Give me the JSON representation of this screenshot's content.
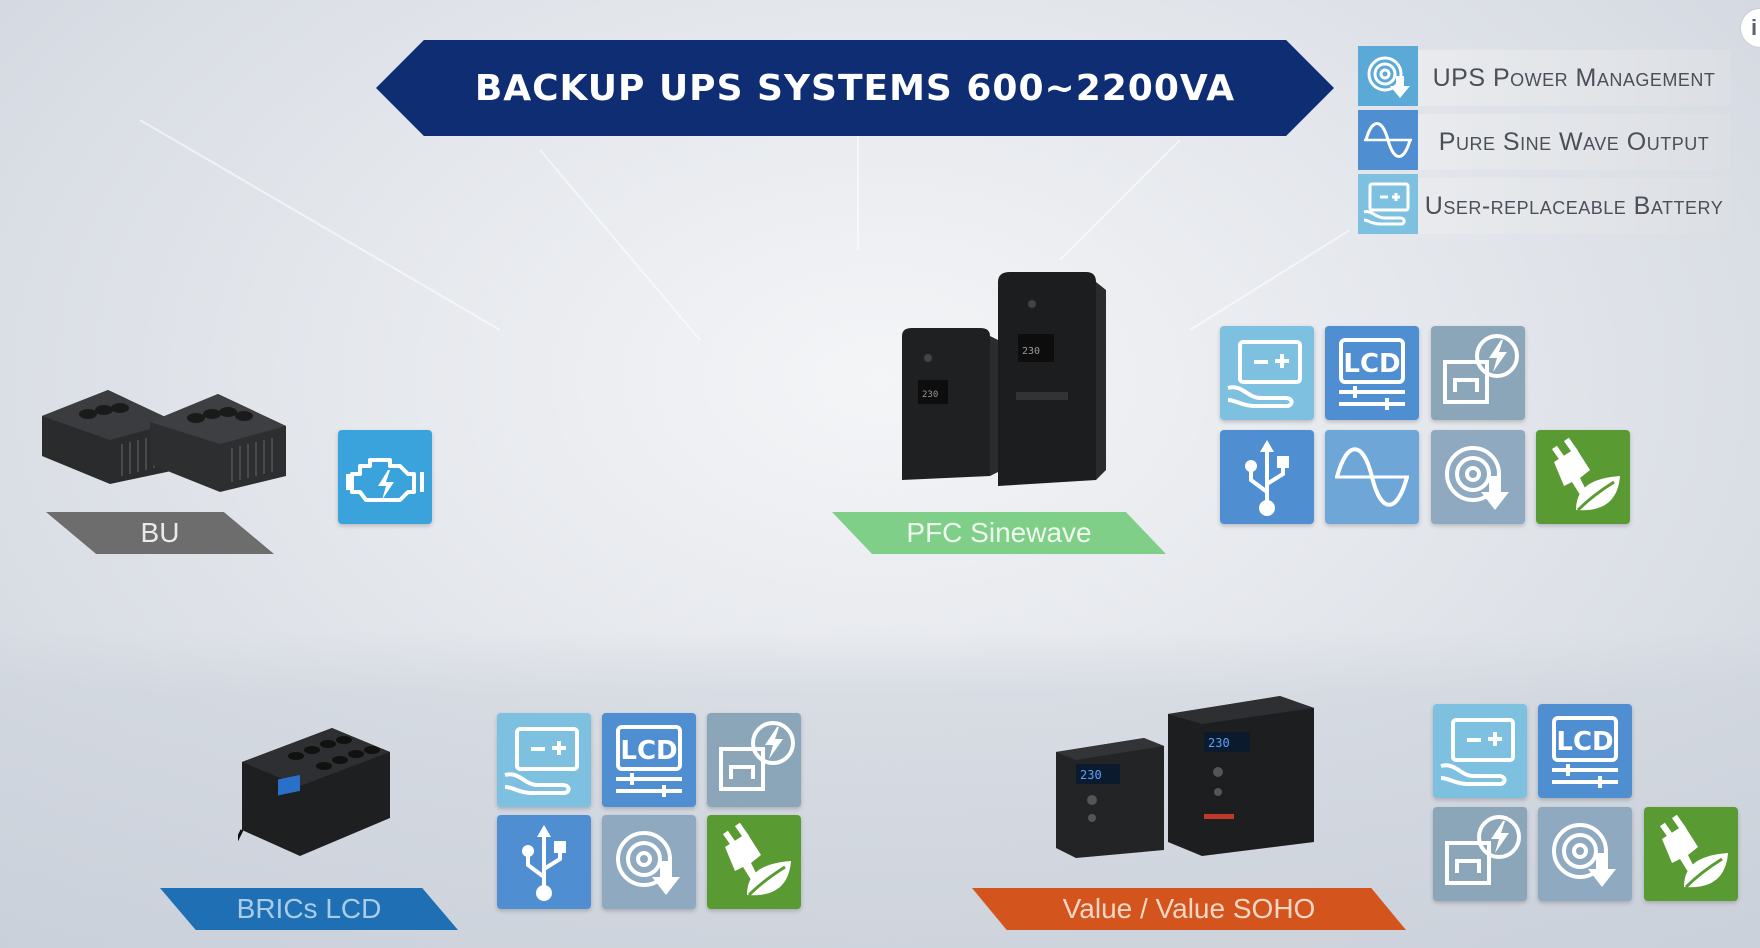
{
  "title": "BACKUP UPS SYSTEMS 600~2200VA",
  "legend": [
    {
      "icon": "ups-power-management-icon",
      "label": "UPS Power Management"
    },
    {
      "icon": "pure-sine-wave-icon",
      "label": "Pure Sine Wave Output"
    },
    {
      "icon": "user-replaceable-battery-icon",
      "label": "User-replaceable Battery"
    }
  ],
  "products": {
    "bu": {
      "label": "BU",
      "features": [
        "avr-engine-icon"
      ]
    },
    "pfc": {
      "label": "PFC Sinewave",
      "lcd_reading": "230",
      "features": [
        "user-replaceable-battery-icon",
        "lcd-icon",
        "network-surge-icon",
        "usb-icon",
        "pure-sine-wave-icon",
        "ups-power-management-icon",
        "green-power-icon"
      ]
    },
    "bric": {
      "label": "BRICs LCD",
      "features": [
        "user-replaceable-battery-icon",
        "lcd-icon",
        "network-surge-icon",
        "usb-icon",
        "ups-power-management-icon",
        "green-power-icon"
      ]
    },
    "value": {
      "label": "Value  / Value SOHO",
      "lcd_reading": "230",
      "features": [
        "user-replaceable-battery-icon",
        "lcd-icon",
        "network-surge-icon",
        "ups-power-management-icon",
        "green-power-icon"
      ]
    }
  },
  "lcd_text": "LCD",
  "colors": {
    "banner": "#0f2d73",
    "bu": "#6d6d6d",
    "pfc": "#7fcf88",
    "bric": "#1f6fb5",
    "value": "#d3551d",
    "green": "#5a9a32"
  },
  "info_glyph": "i"
}
